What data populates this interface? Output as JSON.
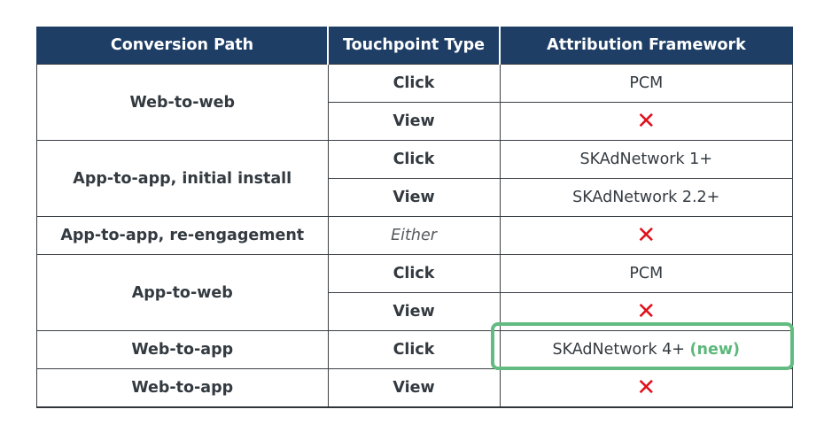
{
  "headers": {
    "conversion_path": "Conversion Path",
    "touchpoint_type": "Touchpoint Type",
    "attribution_framework": "Attribution Framework"
  },
  "rows": {
    "web_to_web": {
      "path": "Web-to-web",
      "click": {
        "type": "Click",
        "framework": "PCM"
      },
      "view": {
        "type": "View",
        "framework": "✕",
        "framework_icon": "red-x-icon"
      }
    },
    "app_to_app_install": {
      "path": "App-to-app, initial install",
      "click": {
        "type": "Click",
        "framework": "SKAdNetwork 1+"
      },
      "view": {
        "type": "View",
        "framework": "SKAdNetwork 2.2+"
      }
    },
    "app_to_app_reengagement": {
      "path": "App-to-app, re-engagement",
      "either": {
        "type": "Either",
        "framework": "✕",
        "framework_icon": "red-x-icon"
      }
    },
    "app_to_web": {
      "path": "App-to-web",
      "click": {
        "type": "Click",
        "framework": "PCM"
      },
      "view": {
        "type": "View",
        "framework": "✕",
        "framework_icon": "red-x-icon"
      }
    },
    "web_to_app_click": {
      "path": "Web-to-app",
      "type": "Click",
      "framework": "SKAdNetwork 4+",
      "framework_tag": "(new)"
    },
    "web_to_app_view": {
      "path": "Web-to-app",
      "type": "View",
      "framework": "✕",
      "framework_icon": "red-x-icon"
    }
  },
  "colors": {
    "header_bg": "#1e3e66",
    "x_mark": "#e0101a",
    "new_tag": "#5cb87a",
    "highlight_border": "#62bc82"
  }
}
